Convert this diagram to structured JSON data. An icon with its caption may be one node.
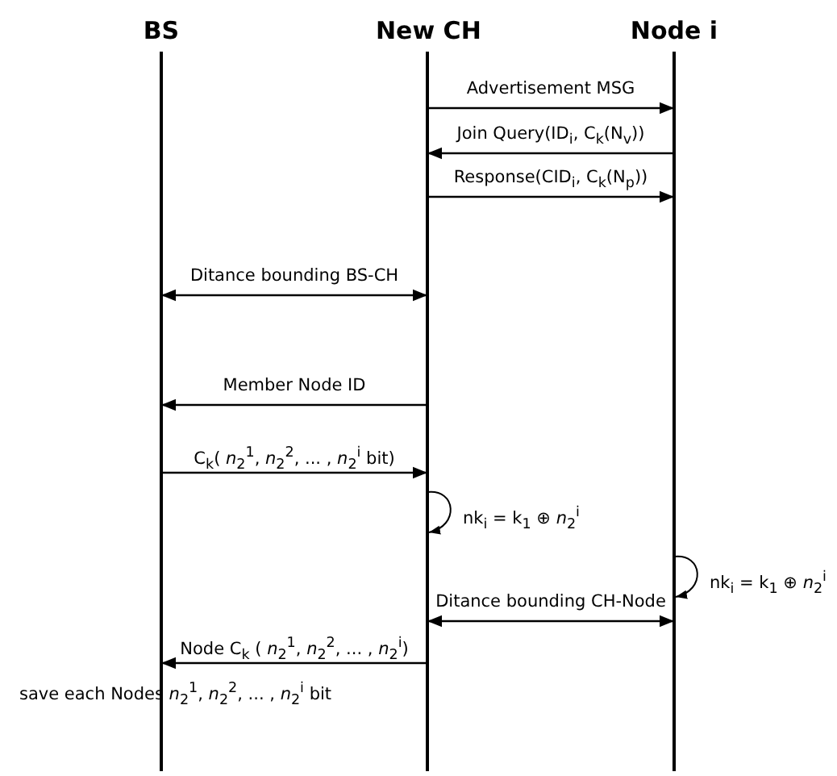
{
  "diagram": {
    "nodes": [
      {
        "text": [
          "BS"
        ]
      },
      {
        "text": [
          "New CH"
        ]
      },
      {
        "text": [
          "Node i"
        ]
      }
    ],
    "edges": [
      {
        "from": 1,
        "to": 2,
        "arrow": "to",
        "label": "Advertisement  MSG"
      },
      {
        "from": 2,
        "to": 1,
        "arrow": "to",
        "label": "Join Query(ID$_{i}$,  C$_{k}$(N$_{v}$))"
      },
      {
        "from": 1,
        "to": 2,
        "arrow": "to",
        "label": "Response(CID$_{i}$,  C$_{k}$(N$_{p}$))"
      },
      {
        "from": 0,
        "to": 1,
        "arrow": "both",
        "label": "Ditance bounding BS-CH"
      },
      {
        "from": 1,
        "to": 0,
        "arrow": "to",
        "label": "Member Node ID"
      },
      {
        "from": 0,
        "to": 1,
        "arrow": "to",
        "label": "C$_{k}$( *n*$_{2}$$^{1}$, *n*$_{2}$$^{2}$, ... , *n*$_{2}$$^{i}$ bit)"
      },
      {
        "from": 1,
        "to": 1,
        "arrow": "to",
        "label": "nk$_{i}$ = k$_{1}$ ⊕ *n*$_{2}$$^{i}$"
      },
      {
        "from": 2,
        "to": 2,
        "arrow": "to",
        "label": "nk$_{i}$ = k$_{1}$ ⊕ *n*$_{2}$$^{i}$"
      },
      {
        "from": 1,
        "to": 2,
        "arrow": "both",
        "label": "Ditance bounding CH-Node"
      },
      {
        "from": 1,
        "to": 0,
        "arrow": "to",
        "label": "Node C$_{k}$ ( *n*$_{2}$$^{1}$, *n*$_{2}$$^{2}$, ... , *n*$_{2}$$^{i}$)"
      }
    ],
    "labels": [
      "save each Nodes *n*$_{2}$$^{1}$, *n*$_{2}$$^{2}$, ... , *n*$_{2}$$^{i}$ bit"
    ]
  }
}
